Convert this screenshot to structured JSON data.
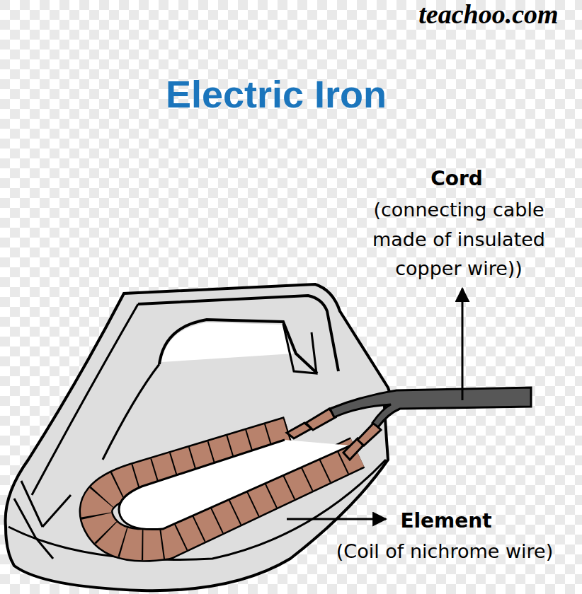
{
  "diagram": {
    "title": "Electric Iron",
    "labels": [
      "teachoo.com",
      "Cord",
      "(connecting cable made of insulated copper wire))",
      "Element",
      "(Coil of nichrome wire)"
    ]
  }
}
